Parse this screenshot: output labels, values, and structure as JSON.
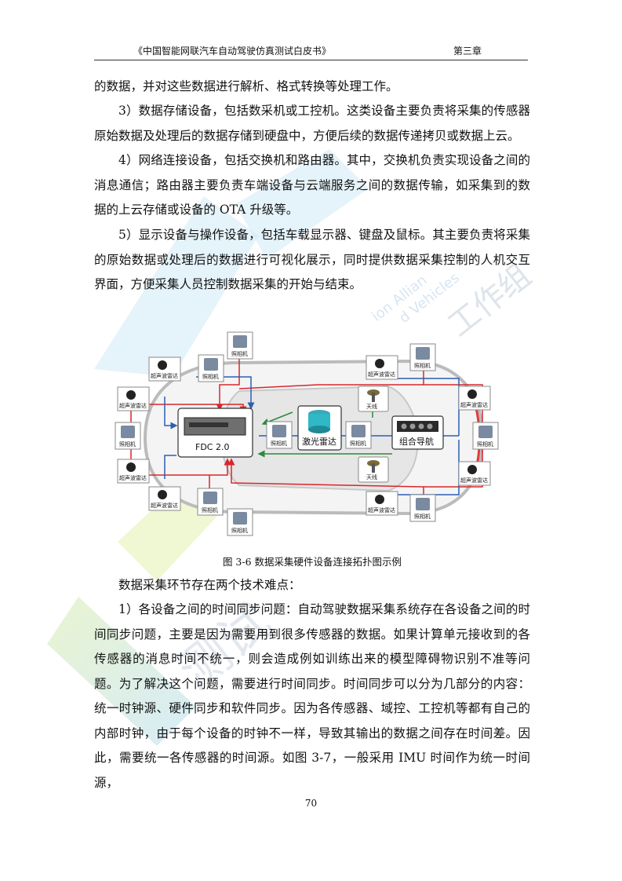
{
  "header": {
    "title": "《中国智能网联汽车自动驾驶仿真测试白皮书》",
    "chapter": "第三章"
  },
  "paragraphs": {
    "p1": "的数据，并对这些数据进行解析、格式转换等处理工作。",
    "p2": "3）数据存储设备，包括数采机或工控机。这类设备主要负责将采集的传感器原始数据及处理后的数据存储到硬盘中，方便后续的数据传递拷贝或数据上云。",
    "p3": "4）网络连接设备，包括交换机和路由器。其中，交换机负责实现设备之间的消息通信；路由器主要负责车端设备与云端服务之间的数据传输，如采集到的数据的上云存储或设备的 OTA 升级等。",
    "p4": "5）显示设备与操作设备，包括车载显示器、键盘及鼠标。其主要负责将采集的原始数据或处理后的数据进行可视化展示，同时提供数据采集控制的人机交互界面，方便采集人员控制数据采集的开始与结束。",
    "p5": "数据采集环节存在两个技术难点：",
    "p6": "1）各设备之间的时间同步问题：自动驾驶数据采集系统存在各设备之间的时间同步问题，主要是因为需要用到很多传感器的数据。如果计算单元接收到的各传感器的消息时间不统一，则会造成例如训练出来的模型障碍物识别不准等问题。为了解决这个问题，需要进行时间同步。时间同步可以分为几部分的内容：统一时钟源、硬件同步和软件同步。因为各传感器、域控、工控机等都有自己的内部时钟，由于每个设备的时钟不一样，导致其输出的数据之间存在时间差。因此，需要统一各传感器的时间源。如图 3-7，一般采用 IMU 时间作为统一时间源，"
  },
  "figure": {
    "caption": "图 3-6 数据采集硬件设备连接拓扑图示例",
    "labels": {
      "fdc": "FDC 2.0",
      "lidar": "激光雷达",
      "ins": "组合导航",
      "antenna": "天线",
      "camera": "照相机",
      "ultrasonic": "超声波雷达"
    },
    "colors": {
      "red": "#d9262b",
      "blue": "#2b5fb4",
      "green": "#2a8a3a"
    }
  },
  "watermark": {
    "text1": "测试",
    "text2": "工作组",
    "text3": "ion Allian",
    "text4": "d Vehicles"
  },
  "page_number": "70"
}
